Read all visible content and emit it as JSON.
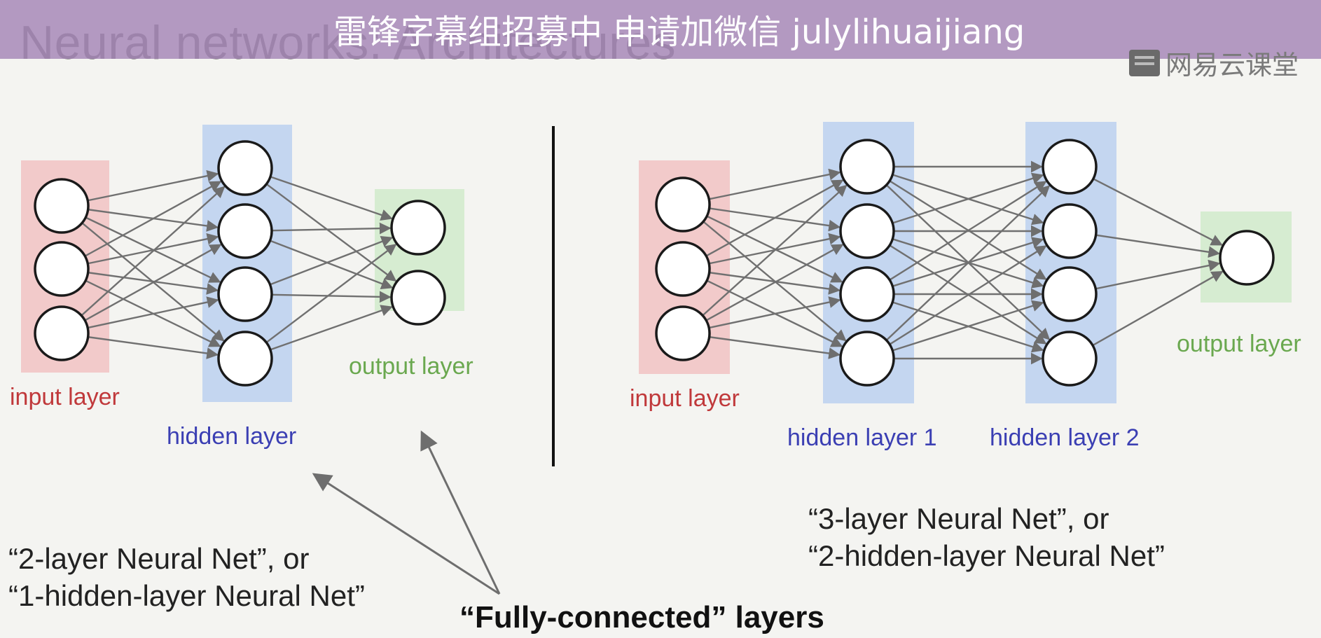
{
  "title": "Neural networks: Architectures",
  "subtitle_banner": "雷锋字幕组招募中 申请加微信 julylihuaijiang",
  "logo": {
    "text": "网易云课堂",
    "icon": "classroom-icon"
  },
  "colors": {
    "input_layer": "#f2caca",
    "hidden_layer": "#c4d6f0",
    "output_layer": "#d6ecd1",
    "input_label": "#c0393b",
    "hidden_label": "#3b3fb3",
    "output_label": "#6aa84f"
  },
  "left_network": {
    "labels": {
      "input": "input layer",
      "hidden": "hidden layer",
      "output": "output layer"
    },
    "layers": [
      {
        "name": "input layer",
        "nodes": 3
      },
      {
        "name": "hidden layer",
        "nodes": 4
      },
      {
        "name": "output layer",
        "nodes": 2
      }
    ],
    "caption": [
      "“2-layer Neural Net”, or",
      "“1-hidden-layer Neural Net”"
    ]
  },
  "right_network": {
    "labels": {
      "input": "input layer",
      "hidden1": "hidden layer 1",
      "hidden2": "hidden layer 2",
      "output": "output layer"
    },
    "layers": [
      {
        "name": "input layer",
        "nodes": 3
      },
      {
        "name": "hidden layer 1",
        "nodes": 4
      },
      {
        "name": "hidden layer 2",
        "nodes": 4
      },
      {
        "name": "output layer",
        "nodes": 1
      }
    ],
    "caption": [
      "“3-layer Neural Net”, or",
      "“2-hidden-layer Neural Net”"
    ]
  },
  "fully_connected_label": "“Fully-connected” layers"
}
